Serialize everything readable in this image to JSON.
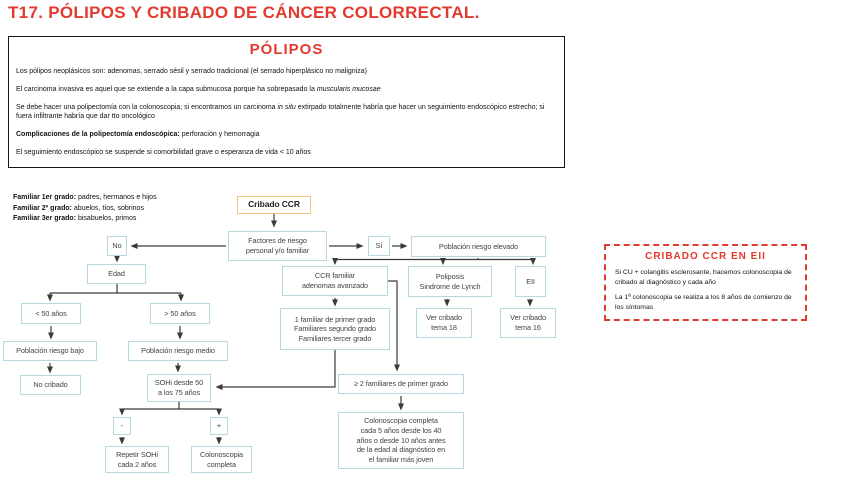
{
  "title": "T17. PÓLIPOS Y CRIBADO DE CÁNCER COLORRECTAL.",
  "colors": {
    "accent_red": "#e23a2e",
    "node_border": "#b4d9df",
    "start_border": "#f2c47e",
    "arrow": "#3a3a3a"
  },
  "polipos_panel": {
    "title": "PÓLIPOS",
    "p1": "Los pólipos neoplásicos son: adenomas, serrado sésil y serrado tradicional (el serrado hiperplásico no maligniza)",
    "p2_pre": "El carcinoma invasiva es aquel que se extiende a la capa submucosa porque ha sobrepasado la ",
    "p2_italic": "muscularis mucosae",
    "p3_pre": "Se debe hacer una polipectomía con la colonoscopia; si encontramos un carcinoma ",
    "p3_italic": "in situ",
    "p3_post": " extirpado totalmente habría que hacer un seguimiento endoscópico estrecho; si fuera infiltrante habría que dar tto oncológico",
    "p4_bold": "Complicaciones de la polipectomía endoscópica:",
    "p4_post": " perforación y hemorragia",
    "p5": "El seguimiento endoscópico se suspende si comorbilidad grave o esperanza de vida < 10 años"
  },
  "legend": {
    "items": [
      {
        "label": "Familiar 1er grado:",
        "text": " padres, hermanos e hijos"
      },
      {
        "label": "Familiar 2º grado:",
        "text": " abuelos, tíos, sobrinos"
      },
      {
        "label": "Familiar 3er grado:",
        "text": " bisabuelos, primos"
      }
    ]
  },
  "flowchart": {
    "nodes": {
      "cribado_ccr": "Cribado CCR",
      "factores": "Factores de riesgo\npersonal y/o familiar",
      "si": "Sí",
      "no": "No",
      "poblacion_elevado": "Población riesgo elevado",
      "edad": "Edad",
      "menor50": "< 50 años",
      "mayor50": "> 50 años",
      "poblacion_bajo": "Población riesgo bajo",
      "no_cribado": "No cribado",
      "poblacion_medio": "Población riesgo medio",
      "sohi": "SOHi desde 50\na los 75 años",
      "negativo": "-",
      "positivo": "+",
      "repetir_sohi": "Repetir SOHi\ncada 2 años",
      "colonoscopia_completa": "Colonoscopia\ncompleta",
      "ccr_familiar": "CCR familiar\nadenomas avanzado",
      "familiares": "1 familiar de primer grado\nFamiliares segundo grado\nFamiliares tercer grado",
      "poliposis": "Poliposis\nSindrome de Lynch",
      "ver_tema_18": "Ver cribado\ntema 18",
      "eii": "EII",
      "ver_tema_16": "Ver cribado\ntema 16",
      "dos_familiares": "≥ 2 familiares de primer grado",
      "colonoscopia_5": "Colonoscopia completa\ncada 5 años desde los 40\naños o desde 10 años antes\nde la edad al diagnóstico en\nel familiar más joven"
    }
  },
  "eii_panel": {
    "title": "CRIBADO CCR EN EII",
    "p1": "Si CU + colangitis esclerosante, hacemos colonoscopia de cribado al diagnóstico y cada año",
    "p2": "La 1ª colonoscopia se realiza a los 8 años de comienzo de los síntomas"
  }
}
